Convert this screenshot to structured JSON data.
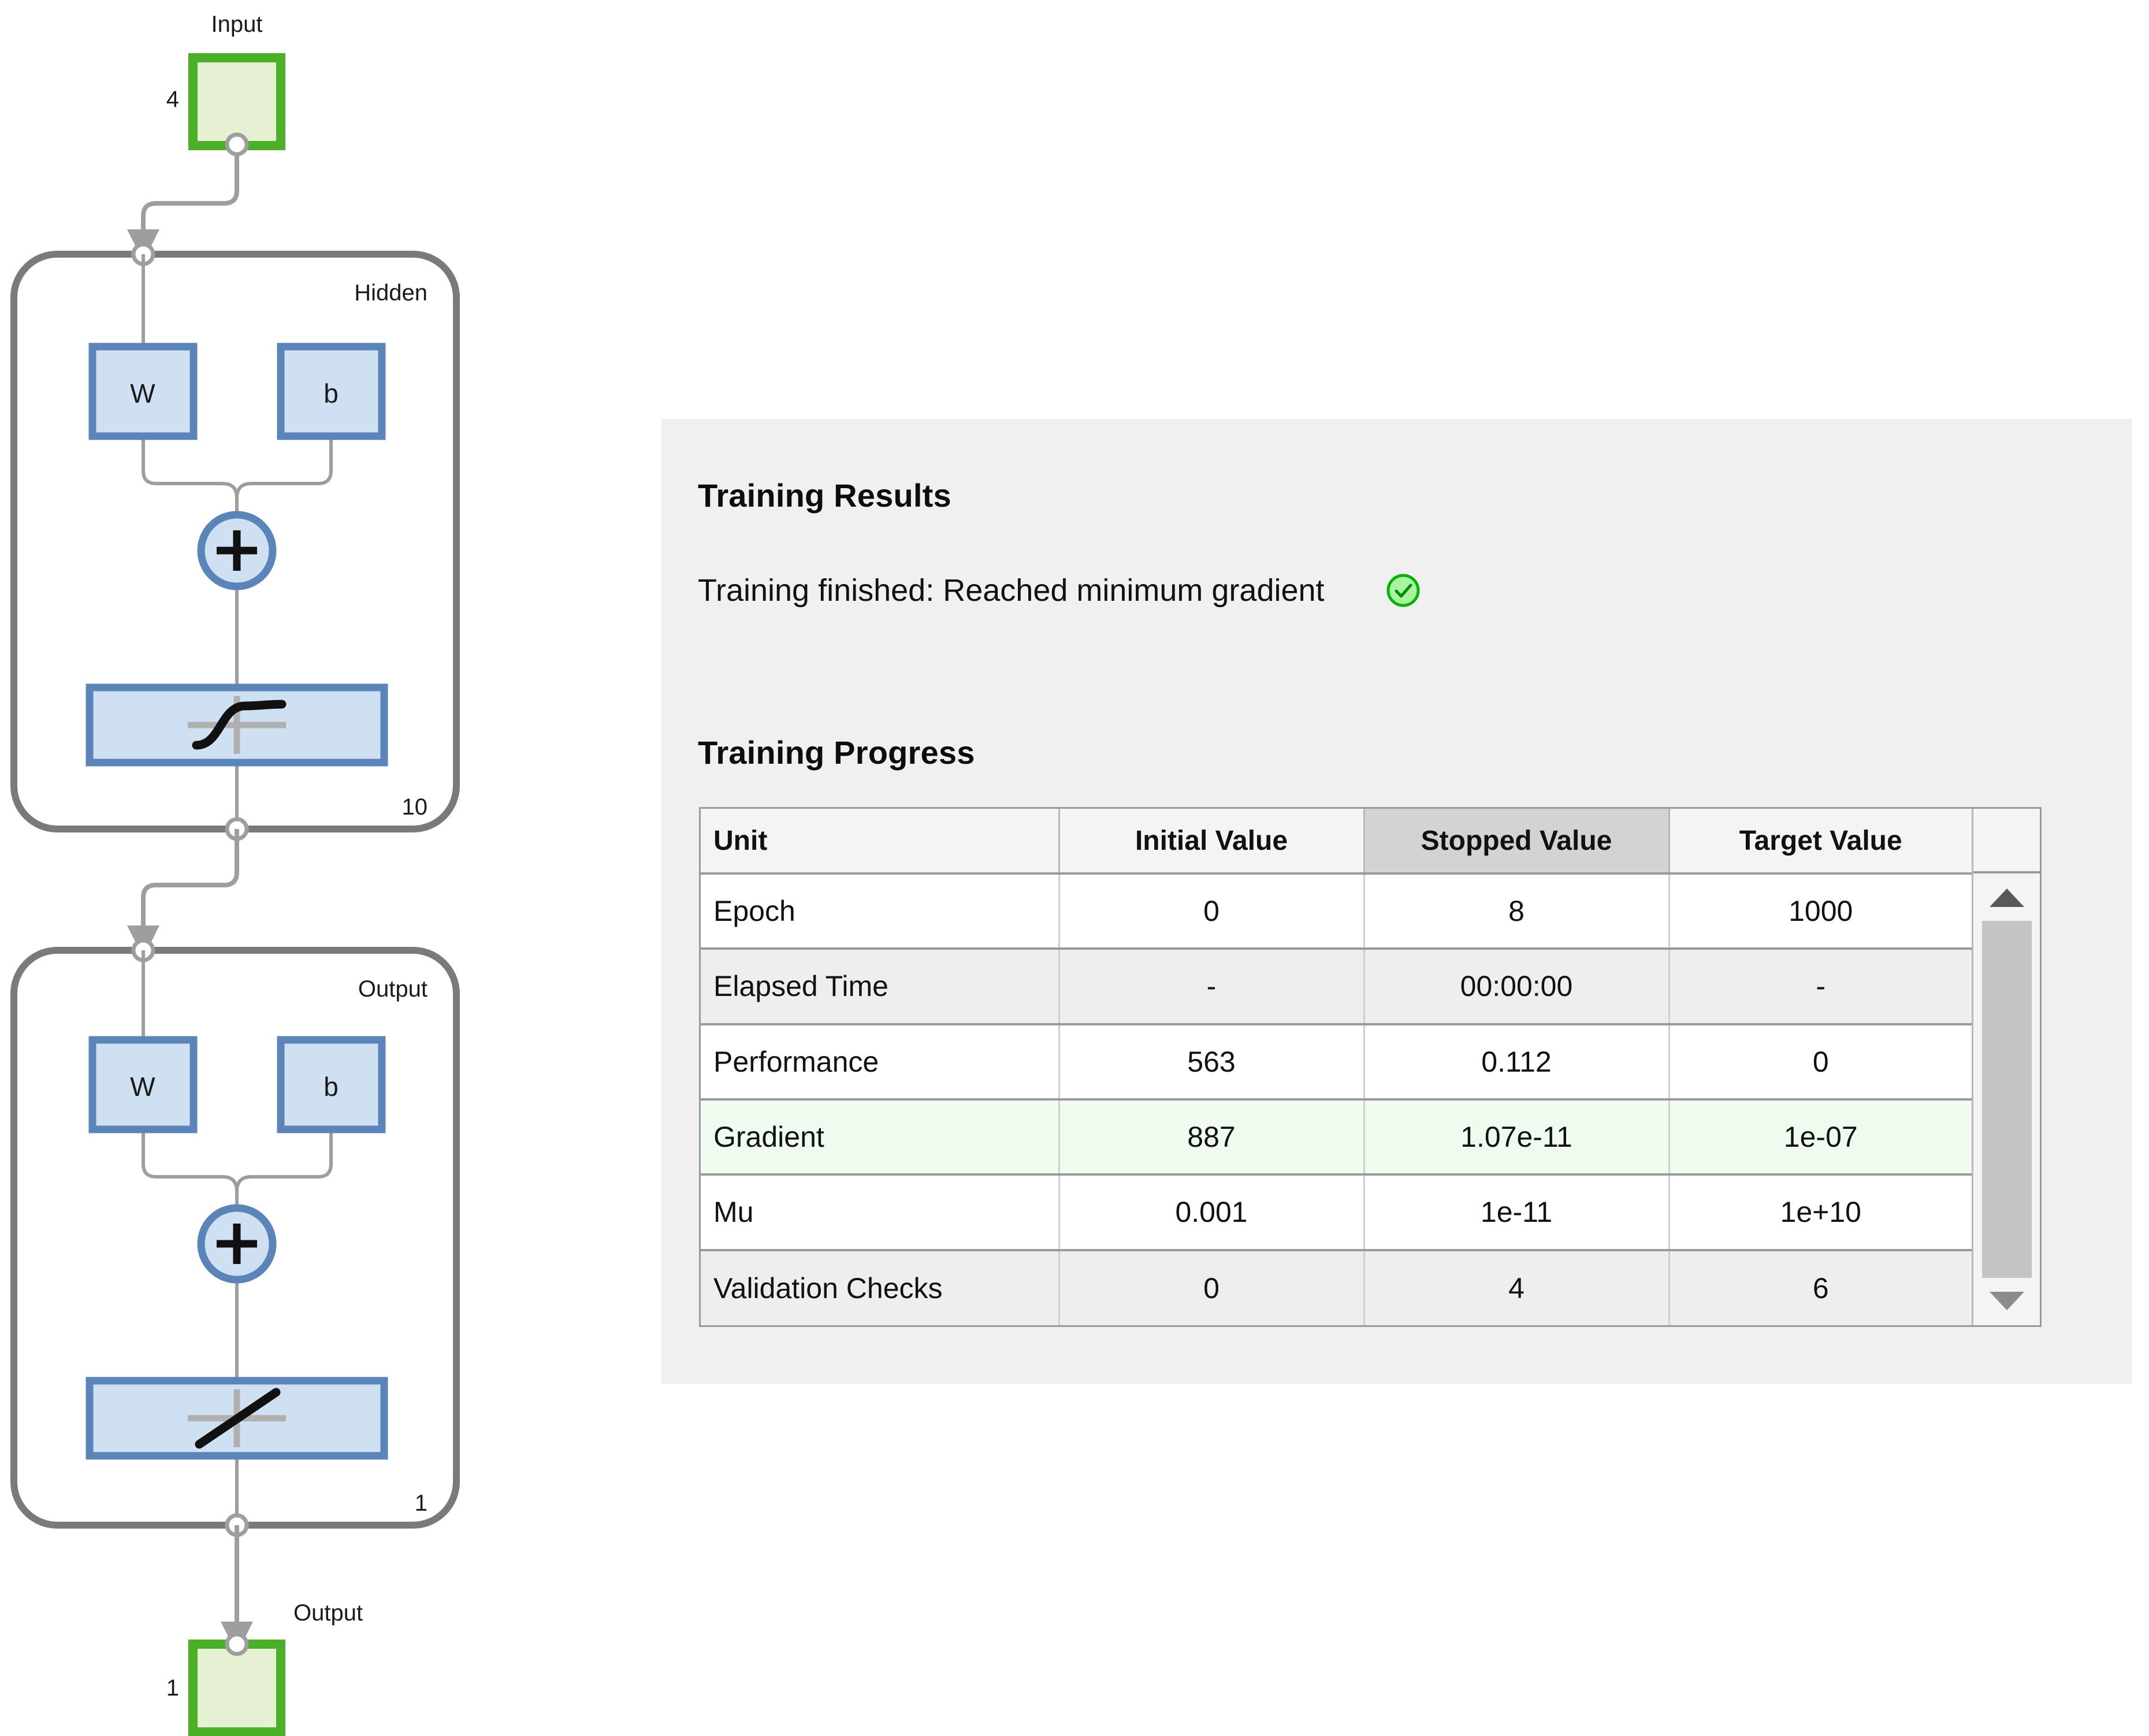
{
  "diagram": {
    "input_block": {
      "title": "Input",
      "size": "4",
      "border_color": "#4caf28",
      "fill_color": "#e5f1d2"
    },
    "output_block": {
      "title": "Output",
      "size": "1",
      "border_color": "#4caf28",
      "fill_color": "#e5f1d2"
    },
    "layers": [
      {
        "name": "Hidden",
        "neurons": "10",
        "weight_label": "W",
        "bias_label": "b",
        "sum_label": "+",
        "activation": "sigmoid-tansig-icon"
      },
      {
        "name": "Output",
        "neurons": "1",
        "weight_label": "W",
        "bias_label": "b",
        "sum_label": "+",
        "activation": "linear-purelin-icon"
      }
    ],
    "block_fill_color": "#cfe0f3",
    "block_border_color": "#5b84b9",
    "wire_color": "#9e9e9e",
    "layer_border_color": "#7a7a7a"
  },
  "panel": {
    "background_color": "#f0f0f0",
    "results_title": "Training Results",
    "finish_message": "Training finished: Reached minimum gradient",
    "finish_status_icon": "check-circle-icon",
    "finish_status_color": "#00b400",
    "progress_title": "Training Progress"
  },
  "table": {
    "columns": [
      "Unit",
      "Initial Value",
      "Stopped Value",
      "Target Value"
    ],
    "highlighted_column": "Stopped Value",
    "rows": [
      {
        "unit": "Epoch",
        "initial": "0",
        "stopped": "8",
        "target": "1000",
        "style": "plain",
        "stopped_highlight": false
      },
      {
        "unit": "Elapsed Time",
        "initial": "-",
        "stopped": "00:00:00",
        "target": "-",
        "style": "alt",
        "stopped_highlight": false
      },
      {
        "unit": "Performance",
        "initial": "563",
        "stopped": "0.112",
        "target": "0",
        "style": "plain",
        "stopped_highlight": false
      },
      {
        "unit": "Gradient",
        "initial": "887",
        "stopped": "1.07e-11",
        "target": "1e-07",
        "style": "green",
        "stopped_highlight": false
      },
      {
        "unit": "Mu",
        "initial": "0.001",
        "stopped": "1e-11",
        "target": "1e+10",
        "style": "plain",
        "stopped_highlight": false
      },
      {
        "unit": "Validation Checks",
        "initial": "0",
        "stopped": "4",
        "target": "6",
        "style": "alt",
        "stopped_highlight": true
      }
    ],
    "scrollbar": {
      "up_arrow_icon": "triangle-up-icon",
      "down_arrow_icon": "triangle-down-icon",
      "thumb_icon": "scroll-thumb"
    }
  }
}
